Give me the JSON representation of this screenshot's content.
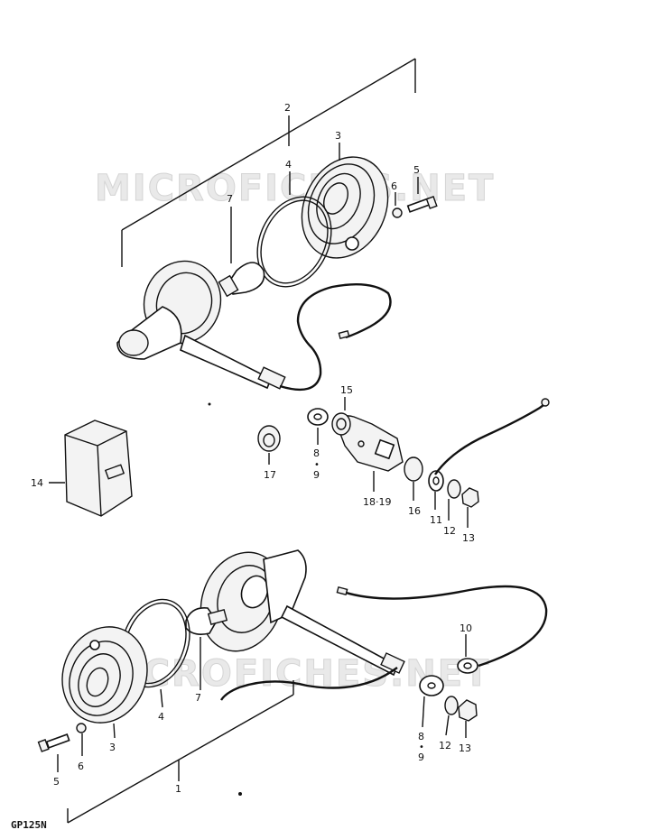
{
  "watermark_top": "MICROFICHES.NET",
  "watermark_bottom": "MICROFICHES.NET",
  "model_code": "GP125N",
  "callouts": {
    "n1": "1",
    "n2": "2",
    "n3a": "3",
    "n3b": "3",
    "n4a": "4",
    "n4b": "4",
    "n5a": "5",
    "n5b": "5",
    "n6a": "6",
    "n6b": "6",
    "n7a": "7",
    "n7b": "7",
    "n8_9a": "8",
    "n8_9a_dot": "•",
    "n8_9a_b": "9",
    "n8_9b": "8",
    "n8_9b_dot": "•",
    "n8_9b_b": "9",
    "n10": "10",
    "n11": "11",
    "n12a": "12",
    "n12b": "12",
    "n13a": "13",
    "n13b": "13",
    "n14": "14",
    "n15": "15",
    "n16": "16",
    "n17": "17",
    "n18_19": "18·19"
  }
}
